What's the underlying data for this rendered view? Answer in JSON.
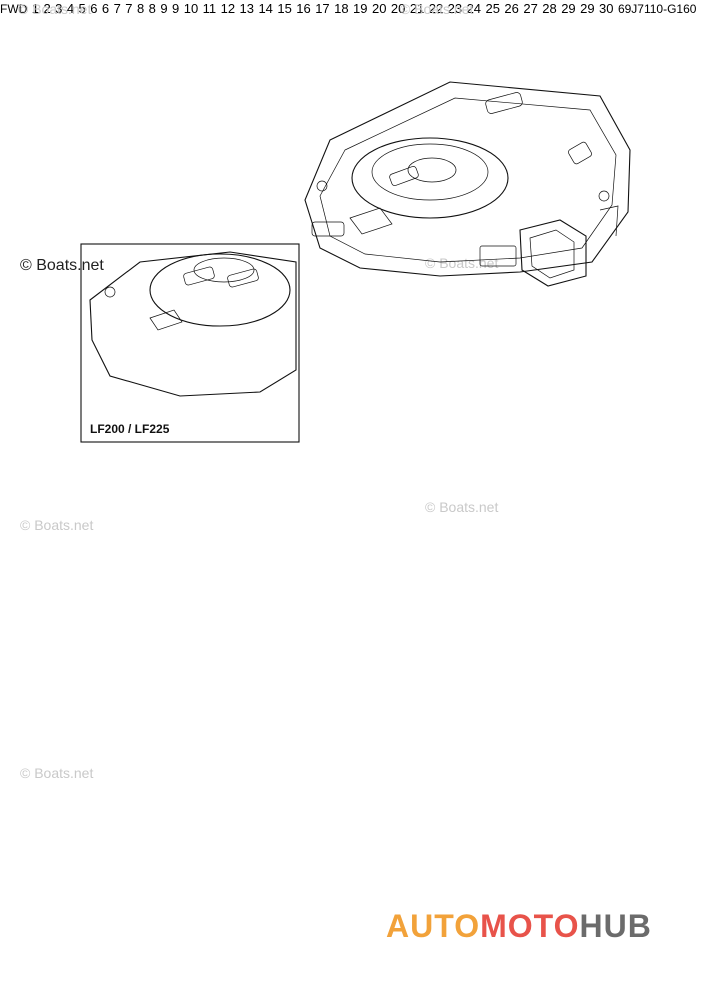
{
  "watermarks": [
    "© Boats.net",
    "© Boats.net",
    "© Boats.net",
    "© Boats.net",
    "© Boats.net",
    "© Boats.net"
  ],
  "side_watermark": "© Boats.net",
  "inset_label": "LF200 / LF225",
  "diagram_code": "69J7110-G160",
  "fwd_label": "FWD",
  "brand": {
    "part1": "AUTO",
    "part2": "MOTO",
    "part3": "HUB"
  },
  "callouts": [
    "1",
    "2",
    "3",
    "4",
    "5",
    "6",
    "6",
    "7",
    "7",
    "8",
    "8",
    "9",
    "9",
    "10",
    "11",
    "12",
    "13",
    "14",
    "15",
    "16",
    "17",
    "18",
    "19",
    "20",
    "20",
    "21",
    "22",
    "23",
    "24",
    "25",
    "26",
    "27",
    "28",
    "29",
    "29",
    "30"
  ],
  "colors": {
    "brand_orange": "#f2a23a",
    "brand_red": "#e8534a",
    "brand_gray": "#6b6b6b",
    "logo_red": "#e53935"
  }
}
